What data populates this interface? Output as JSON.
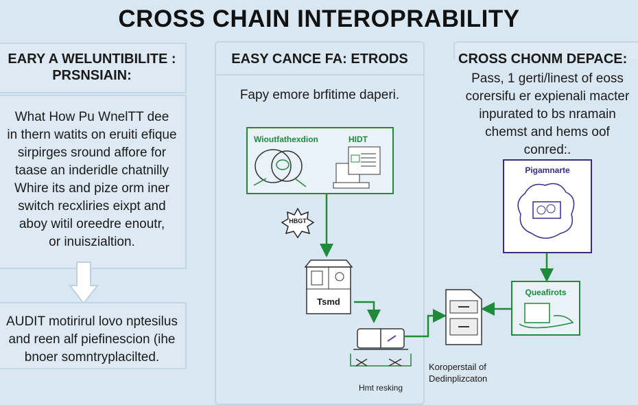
{
  "title": "CROSS CHAIN INTEROPRABILITY",
  "left_panel": {
    "header": "EARY A WELUNTIBILITE : PRSNSIAIN:",
    "body": [
      "What How Pu WnelTT dee",
      "in thern watits on eruiti efique",
      "sirpirges sround affore for",
      "taase an inderidle chatnilly",
      "Whire its and pize orm iner",
      "switch recxliries eixpt and",
      "aboy witil oreedre enoutr,",
      "or inuiszialtion."
    ],
    "bottom": [
      "AUDIT motirirul lovo nptesilus",
      "and reen alf piefinescion (ihe",
      "bnoer somntryplacilted."
    ]
  },
  "middle_panel": {
    "header": "EASY CANCE FA: ETRODS",
    "subtitle": "Fapy emore brfitime daperi.",
    "diagram_box_left_label": "Wioutfathexdion",
    "diagram_box_right_label": "HIDT",
    "burst_label": "HBGT",
    "house_label": "Tsmd",
    "bottom_label": "Hmt resking"
  },
  "right_panel": {
    "header": "CROSS CHONM DEPACE:",
    "body": [
      "Pass, 1 gerti/linest of eoss",
      "corersifu er expienali macter",
      "inpurated to bs nramain",
      "chemst and hems oof",
      "conred:."
    ],
    "purple_box_label": "Pigamnarte",
    "green_box_label": "Queafirots",
    "cabinet_label": [
      "Koroperstail of",
      "Dedinplizcaton"
    ]
  },
  "colors": {
    "green": "#1e8a3a",
    "purple": "#3a2a8a",
    "background": "#d9e7f2"
  }
}
